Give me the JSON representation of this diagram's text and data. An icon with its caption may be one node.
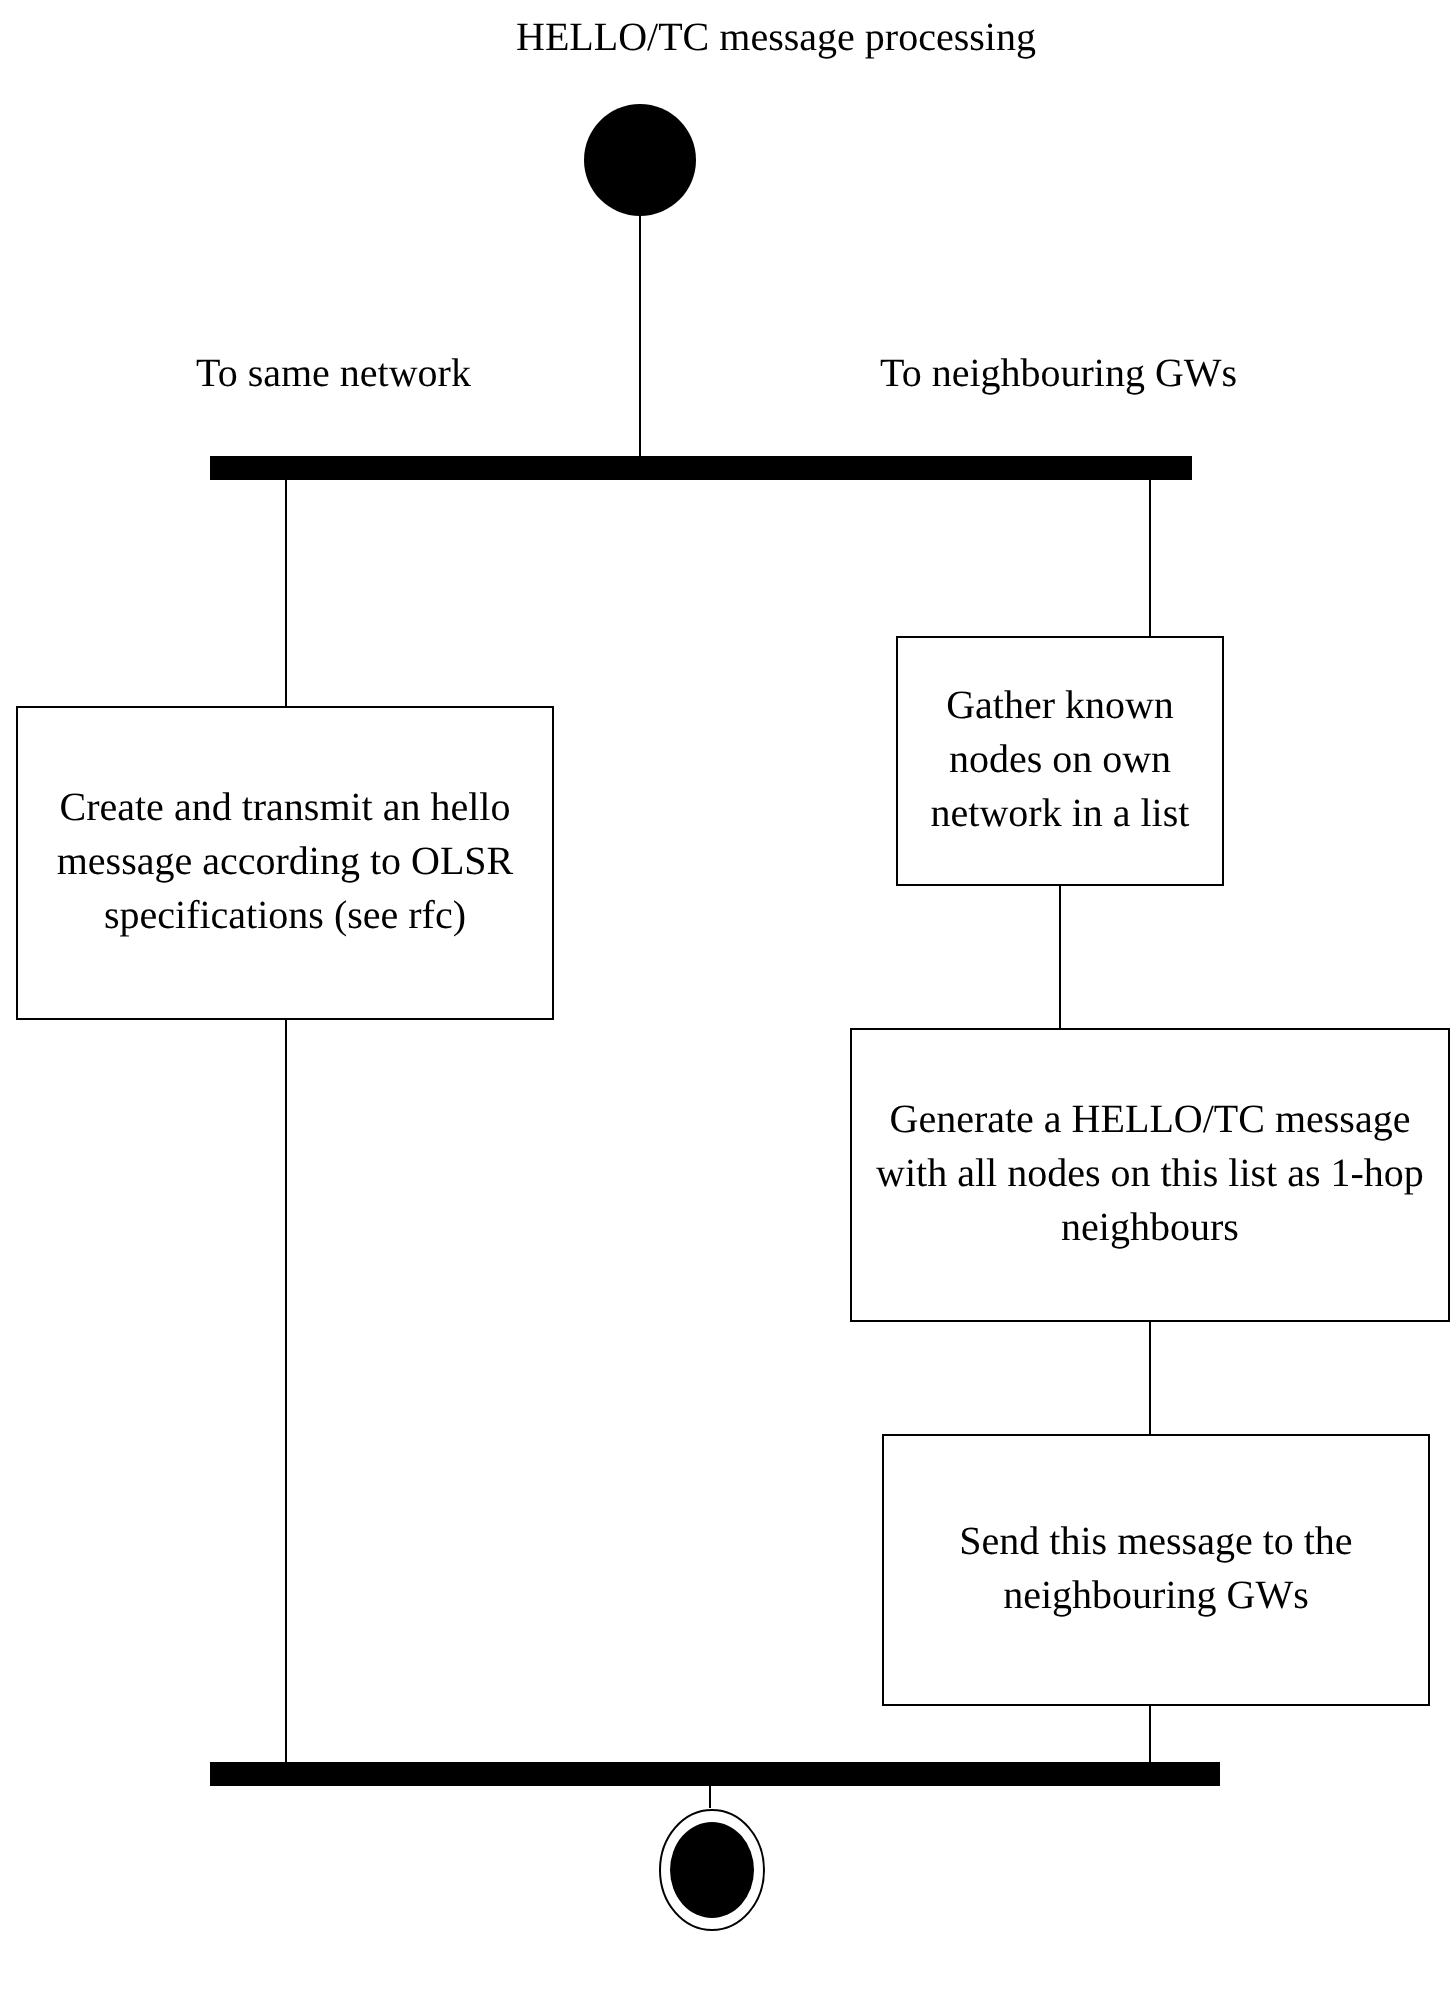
{
  "diagram": {
    "title": "HELLO/TC message processing",
    "nodes": [
      {
        "text": [],
        "shape": "circle"
      },
      {
        "text": [],
        "shape": "bar"
      },
      {
        "text": [
          "Create and transmit an hello message according to OLSR specifications (see rfc)"
        ]
      },
      {
        "text": [
          "Gather known nodes on own network in a list"
        ]
      },
      {
        "text": [
          "Generate a HELLO/TC message with all nodes on this list as 1-hop neighbours"
        ]
      },
      {
        "text": [
          "Send this message to the neighbouring GWs"
        ]
      },
      {
        "text": [],
        "shape": "bar"
      },
      {
        "text": [],
        "shape": "circle"
      }
    ],
    "edges": [
      {
        "from": 0,
        "to": 1,
        "arrow": "none"
      },
      {
        "from": 1,
        "to": 2,
        "arrow": "none"
      },
      {
        "from": 1,
        "to": 3,
        "arrow": "none"
      },
      {
        "from": 3,
        "to": 4,
        "arrow": "none"
      },
      {
        "from": 4,
        "to": 5,
        "arrow": "none"
      },
      {
        "from": 2,
        "to": 6,
        "arrow": "none"
      },
      {
        "from": 5,
        "to": 6,
        "arrow": "none"
      },
      {
        "from": 6,
        "to": 7,
        "arrow": "none"
      }
    ],
    "labels": [
      "To same network",
      "To neighbouring GWs"
    ]
  }
}
